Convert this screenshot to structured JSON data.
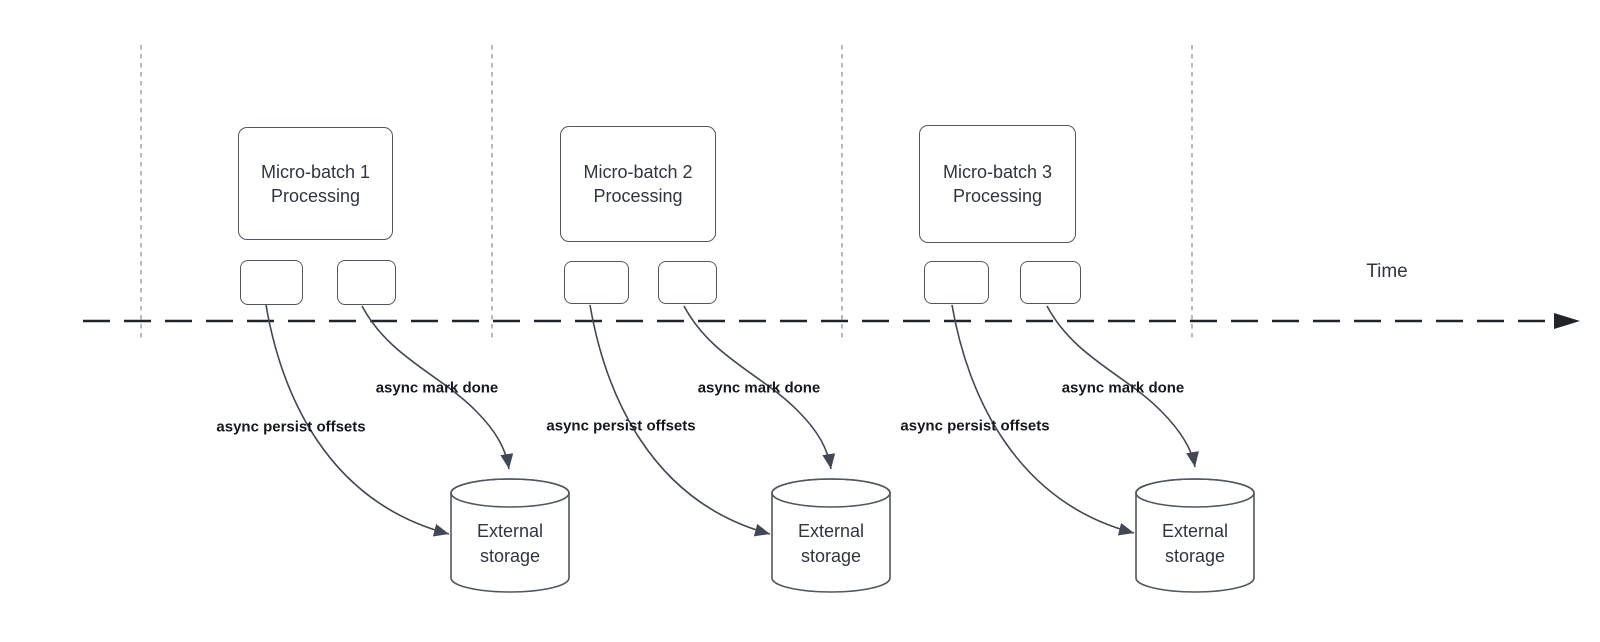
{
  "diagram": {
    "time_label": "Time",
    "batches": [
      {
        "title_line1": "Micro-batch 1",
        "title_line2": "Processing",
        "persist_label": "async persist offsets",
        "done_label": "async mark done",
        "storage_line1": "External",
        "storage_line2": "storage"
      },
      {
        "title_line1": "Micro-batch 2",
        "title_line2": "Processing",
        "persist_label": "async persist offsets",
        "done_label": "async mark done",
        "storage_line1": "External",
        "storage_line2": "storage"
      },
      {
        "title_line1": "Micro-batch 3",
        "title_line2": "Processing",
        "persist_label": "async persist offsets",
        "done_label": "async mark done",
        "storage_line1": "External",
        "storage_line2": "storage"
      }
    ],
    "colors": {
      "background": "#ffffff",
      "node_stroke": "#4f5761",
      "node_text": "#2f3640",
      "annotation_text": "#15181c",
      "axis_line": "#20242b",
      "gridline": "#a5a9ad",
      "arrow": "#414855"
    }
  }
}
